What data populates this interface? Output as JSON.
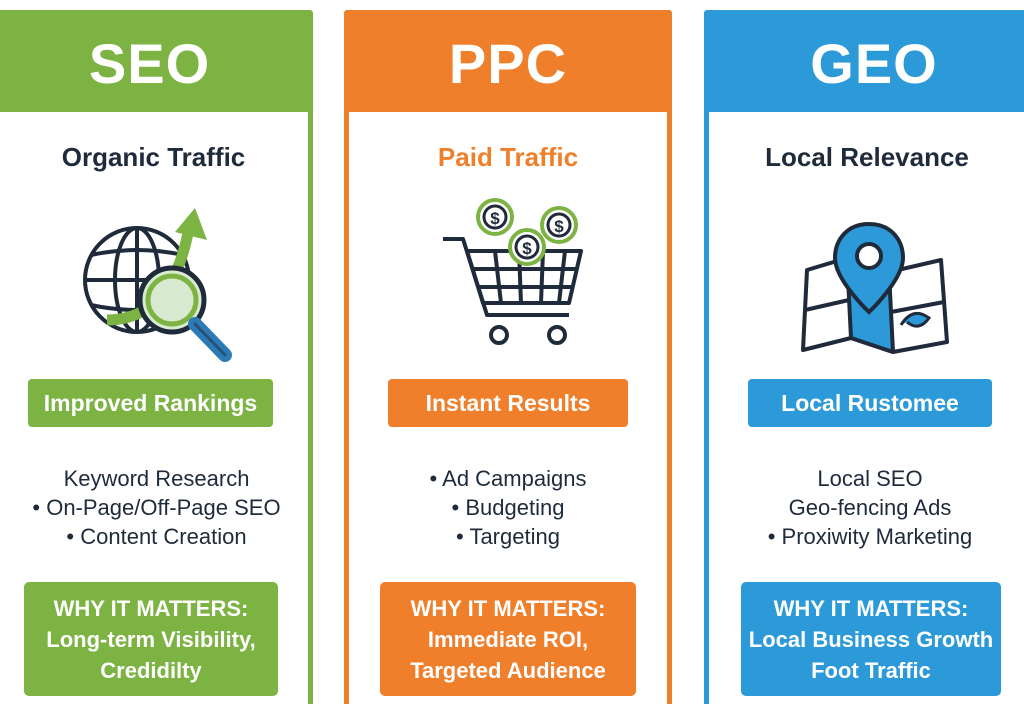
{
  "columns": {
    "seo": {
      "title": "SEO",
      "subtitle": "Organic Traffic",
      "icon": "globe-magnifier-growth-arrow-icon",
      "pill": "Improved Rankings",
      "bullets": [
        "Keyword Research",
        "• On-Page/Off-Page SEO",
        "• Content Creation"
      ],
      "why_title": "WHY IT MATTERS:",
      "why_lines": [
        "Long-term Visibility,",
        "Credidilty"
      ]
    },
    "ppc": {
      "title": "PPC",
      "subtitle": "Paid Traffic",
      "icon": "shopping-cart-coins-icon",
      "pill": "Instant Results",
      "bullets": [
        "• Ad Campaigns",
        "• Budgeting",
        "• Targeting"
      ],
      "why_title": "WHY IT MATTERS:",
      "why_lines": [
        "Immediate ROI,",
        "Targeted Audience"
      ]
    },
    "geo": {
      "title": "GEO",
      "subtitle": "Local Relevance",
      "icon": "map-location-pin-icon",
      "pill": "Local Rustomee",
      "bullets": [
        "Local SEO",
        "Geo-fencing Ads",
        "• Proxiwity Marketing"
      ],
      "why_title": "WHY IT MATTERS:",
      "why_lines": [
        "Local Business Growth",
        "Foot Traffic"
      ]
    }
  },
  "colors": {
    "seo": "#7cb342",
    "ppc": "#ef7f2b",
    "geo": "#2c9ad8",
    "text": "#1f2b3a"
  }
}
